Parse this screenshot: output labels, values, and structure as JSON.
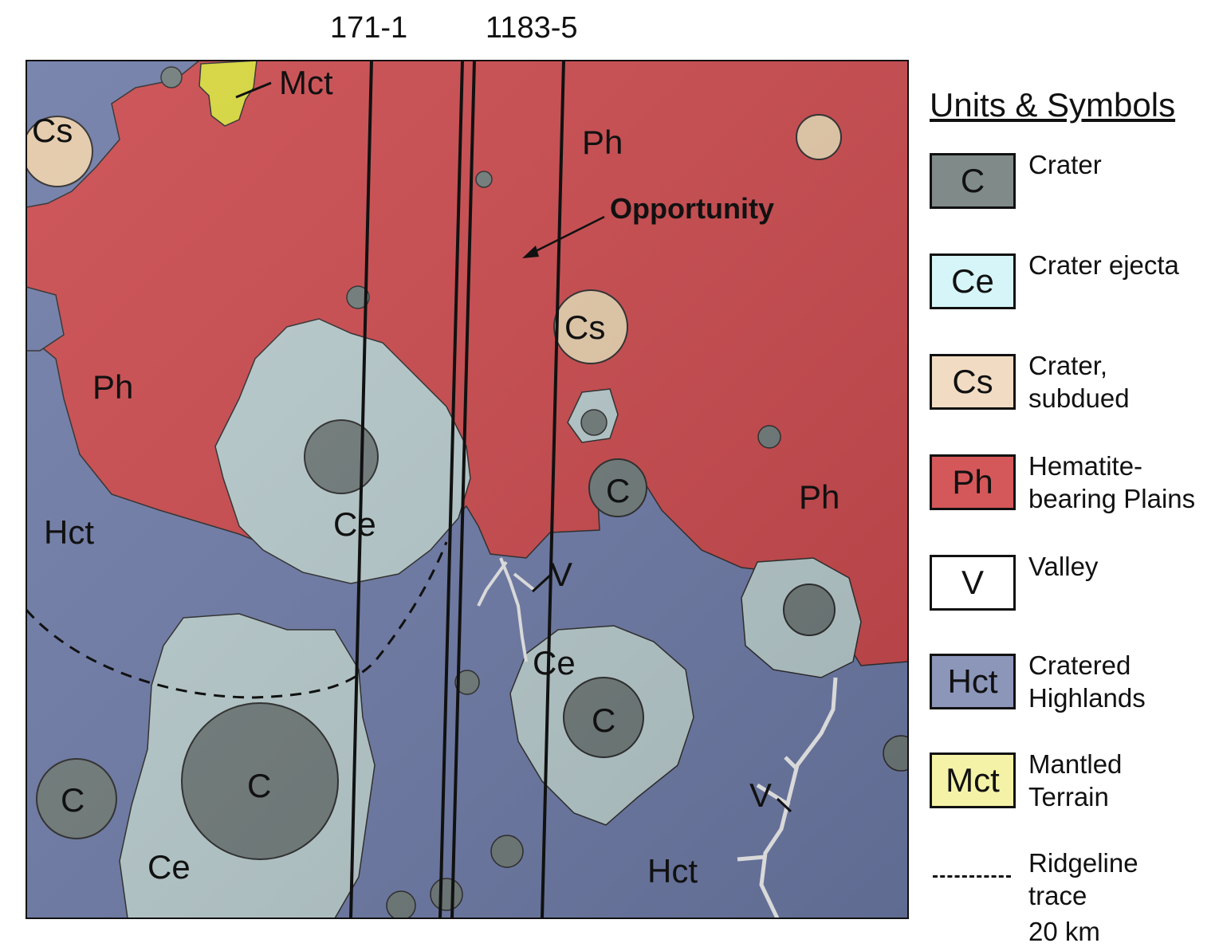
{
  "track_labels": [
    "171-1",
    "1183-5"
  ],
  "map": {
    "opportunity_label": "Opportunity",
    "unit_labels": {
      "mct": "Mct",
      "cs_left": "Cs",
      "cs_center": "Cs",
      "ph_top": "Ph",
      "ph_left": "Ph",
      "ph_right": "Ph",
      "hct_left": "Hct",
      "hct_bottom": "Hct",
      "ce_center": "Ce",
      "ce_right": "Ce",
      "ce_bottom": "Ce",
      "c_mid": "C",
      "c_right": "C",
      "c_big": "C",
      "c_left": "C",
      "v_mid": "V",
      "v_right": "V"
    }
  },
  "legend": {
    "title": "Units & Symbols",
    "items": [
      {
        "code": "C",
        "line1": "Crater",
        "line2": "",
        "color": "#7f8a89"
      },
      {
        "code": "Ce",
        "line1": "Crater ejecta",
        "line2": "",
        "color": "#d5f5f8"
      },
      {
        "code": "Cs",
        "line1": "Crater,",
        "line2": "subdued",
        "color": "#f1dcc3"
      },
      {
        "code": "Ph",
        "line1": "Hematite-",
        "line2": "bearing Plains",
        "color": "#d4585a"
      },
      {
        "code": "V",
        "line1": "Valley",
        "line2": "",
        "color": "#ffffff"
      },
      {
        "code": "Hct",
        "line1": "Cratered",
        "line2": "Highlands",
        "color": "#8b96b9"
      },
      {
        "code": "Mct",
        "line1": "Mantled",
        "line2": "Terrain",
        "color": "#f4f2a6"
      }
    ],
    "ridgeline": {
      "line1": "Ridgeline",
      "line2": "trace"
    }
  },
  "scale_label": "20 km",
  "colors": {
    "plains": "#c9484c",
    "highlands": "#6d7aa6",
    "ejecta": "#b6c9cb",
    "crater": "#6f7a79",
    "subdued": "#e4c9a8",
    "mantled": "#d6d63a"
  }
}
